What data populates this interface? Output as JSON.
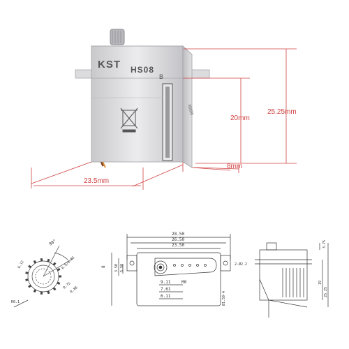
{
  "product": {
    "brand": "KST",
    "model": "HS08",
    "model_suffix": "B"
  },
  "photo_dimensions": {
    "height_total": "25.25mm",
    "height_body": "20mm",
    "depth": "8mm",
    "width": "23.5mm"
  },
  "gear_drawing": {
    "angle": "90°",
    "labels": [
      "0.12",
      "0.9/0.81",
      "0.75",
      "0.88",
      "R0.1"
    ]
  },
  "front_drawing": {
    "widths": [
      "28.50",
      "26.50",
      "23.50"
    ],
    "hub_dims": [
      "9.11",
      "7.61",
      "6.11"
    ],
    "left_dims": [
      "8",
      "3.50",
      "5.50"
    ],
    "hole_label": "M0",
    "right_dims": [
      "2-Ø2.2",
      "Ø1.50-4"
    ]
  },
  "side_drawing": {
    "heights": [
      "3.75",
      "19",
      "25.25"
    ]
  },
  "colors": {
    "dimension_red": "#d04040",
    "body_silver": "#d9d9dc",
    "line_dark": "#333333"
  }
}
